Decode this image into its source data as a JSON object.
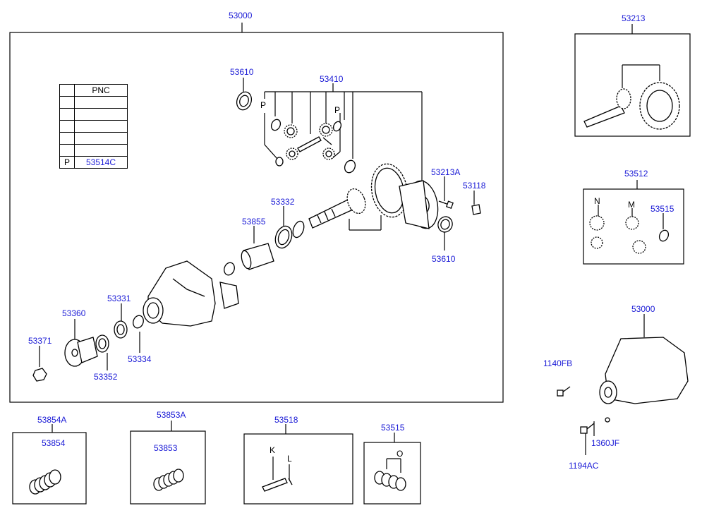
{
  "colors": {
    "label": "#1a1ad6",
    "line": "#000000"
  },
  "pnc_table": {
    "header": "PNC",
    "rows": [
      {
        "code": "",
        "pnc": ""
      },
      {
        "code": "",
        "pnc": ""
      },
      {
        "code": "",
        "pnc": ""
      },
      {
        "code": "",
        "pnc": ""
      },
      {
        "code": "",
        "pnc": ""
      },
      {
        "code": "P",
        "pnc": "53514C"
      }
    ]
  },
  "labels": {
    "main_assembly": "53000",
    "seal_top": "53610",
    "diff_gear_set": "53410",
    "bolt_ring": "53213A",
    "lock_plate": "53118",
    "seal_right": "53610",
    "shim_pinion": "53332",
    "spacer": "53855",
    "bearing_outer": "53331",
    "flange": "53360",
    "nut": "53371",
    "seal_front": "53352",
    "shim_front": "53334",
    "gear_set": "53213",
    "side_gear_kit": "53512",
    "washer_kit": "53515",
    "carrier_assy": "53000",
    "bolt_1140": "1140FB",
    "nut_1360": "1360JF",
    "bolt_1194": "1194AC",
    "spacer_kit_a": "53854A",
    "spacer_kit": "53854",
    "spacer_kit_b_a": "53853A",
    "spacer_kit_b": "53853",
    "pin_kit": "53518",
    "shim_kit": "53515"
  },
  "letters": {
    "p1": "P",
    "p2": "P",
    "n": "N",
    "m": "M",
    "k": "K",
    "l": "L",
    "o": "O"
  }
}
